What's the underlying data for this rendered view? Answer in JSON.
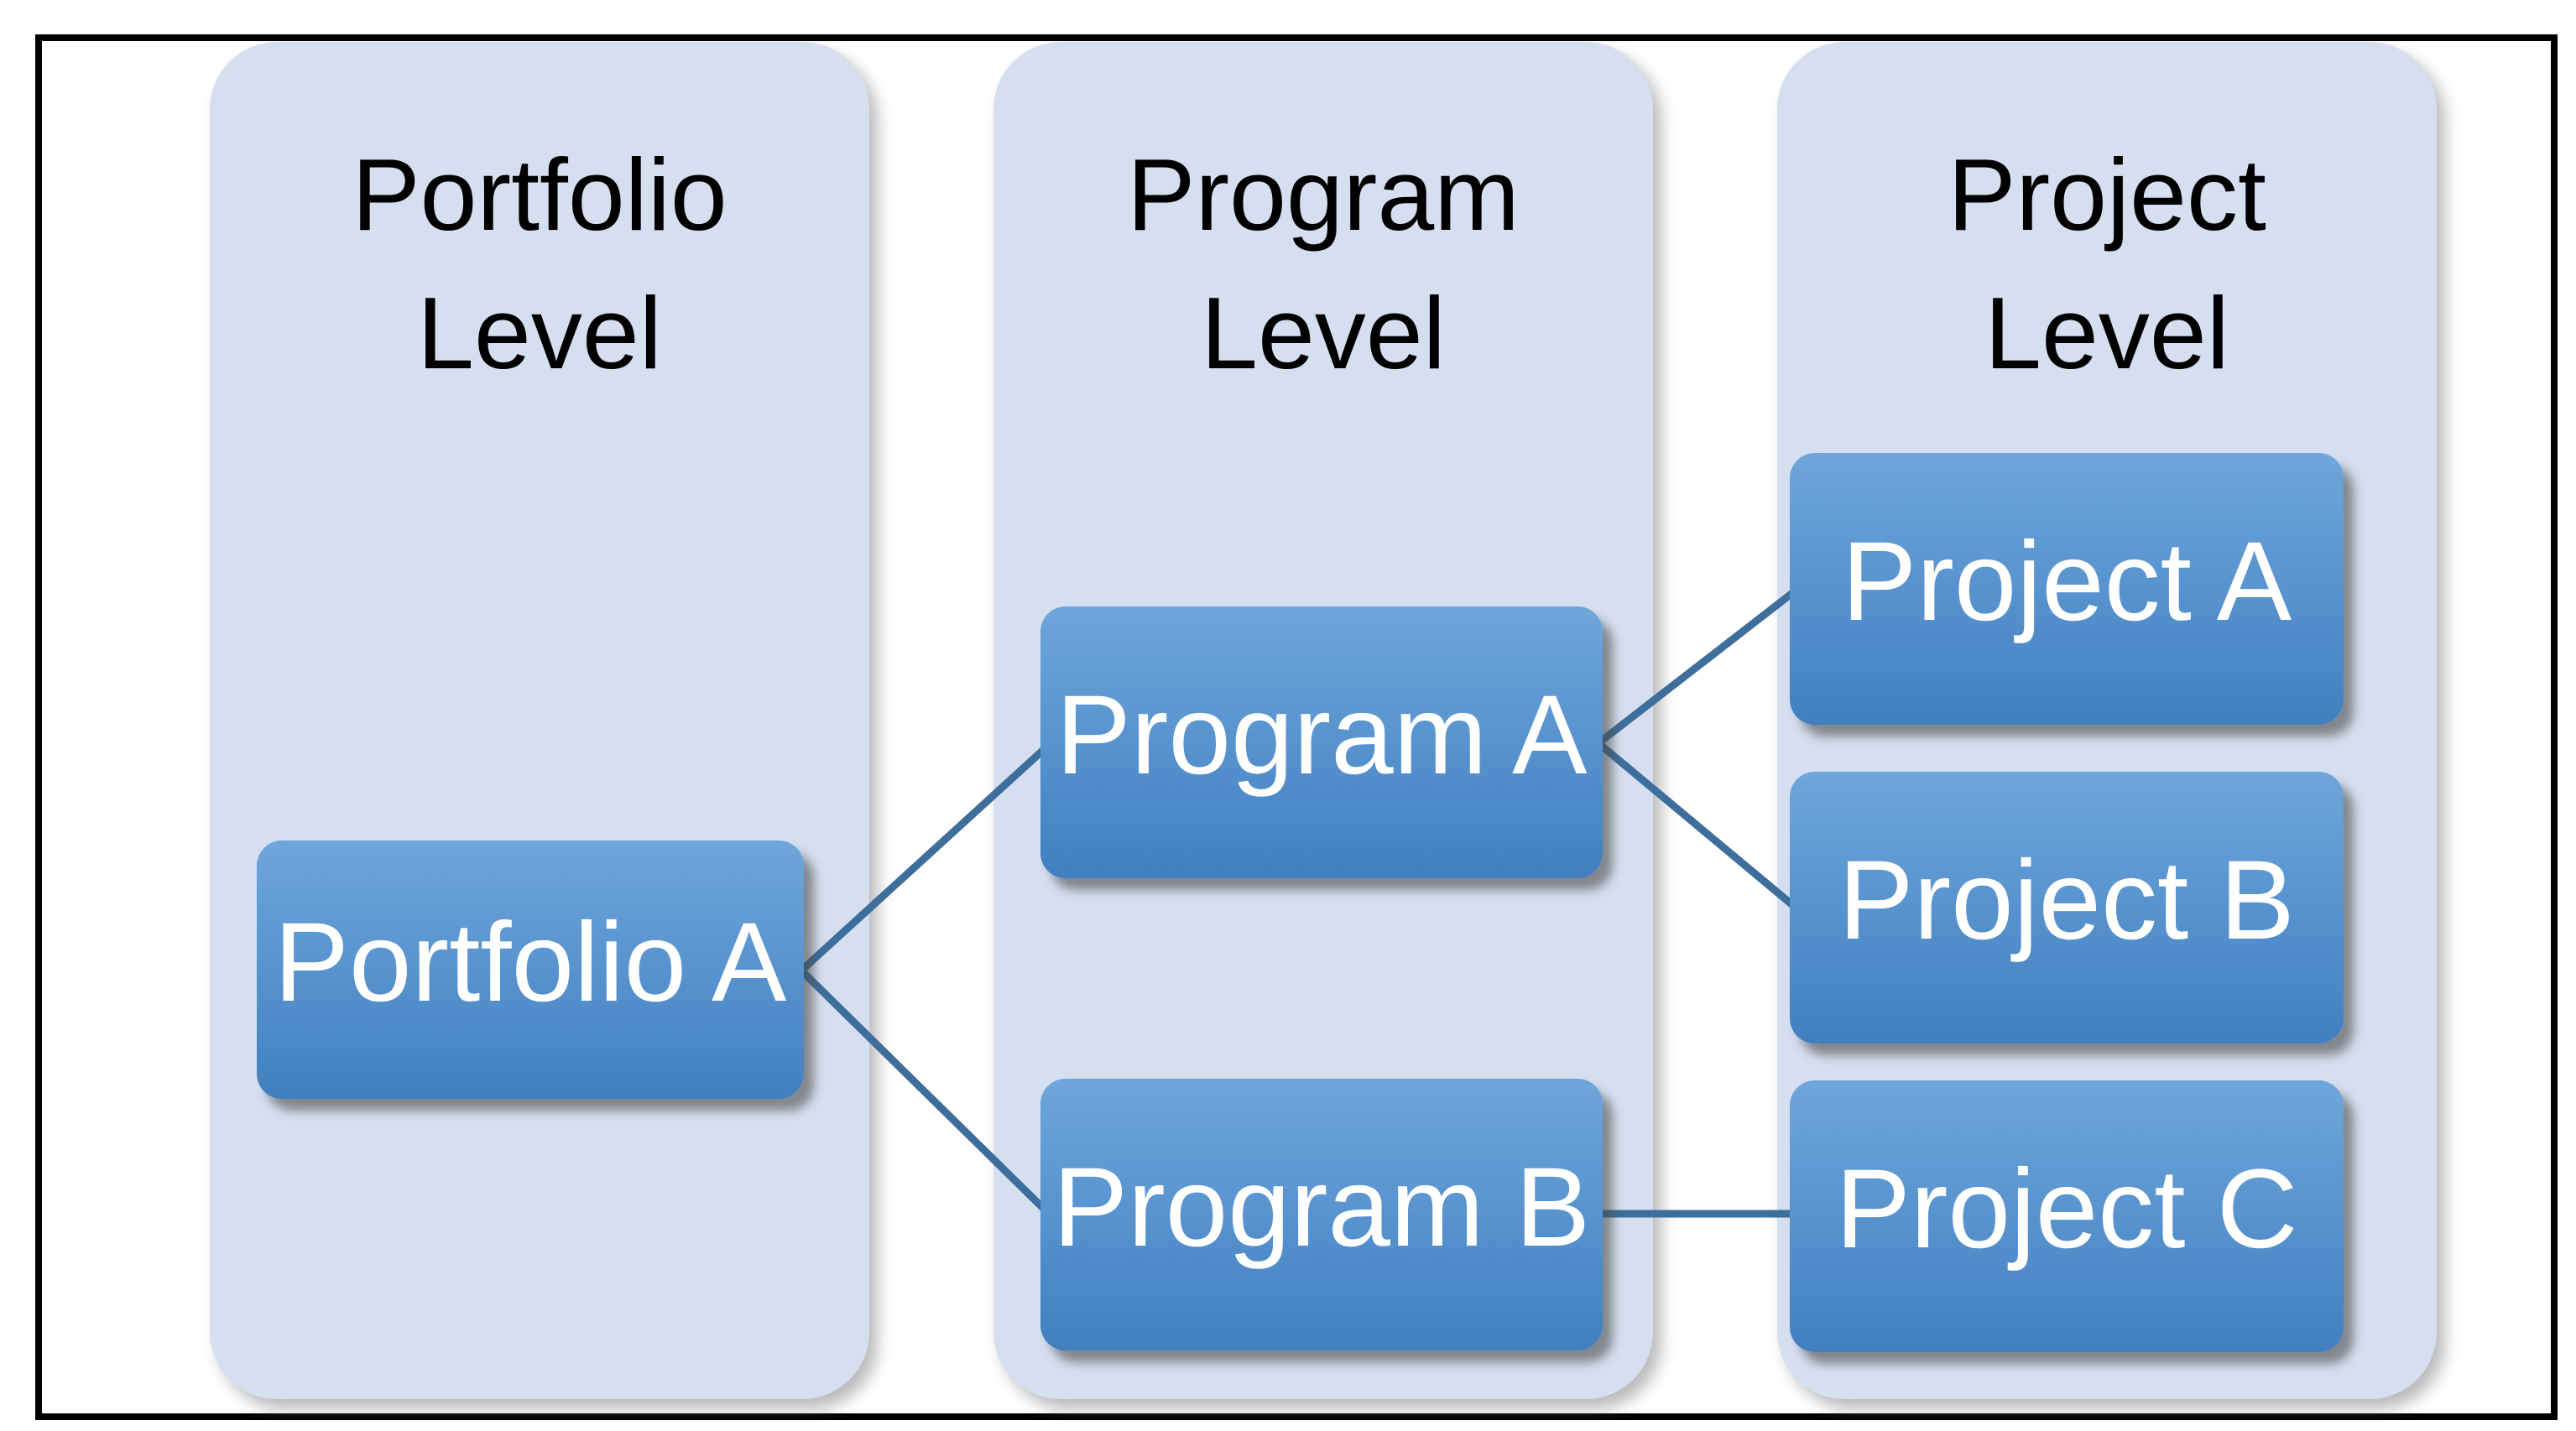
{
  "diagram": {
    "type": "hierarchy-diagram",
    "columns": [
      {
        "id": "portfolio-level",
        "title_lines": [
          "Portfolio",
          "Level"
        ],
        "nodes": [
          {
            "id": "portfolio-a",
            "label": "Portfolio A"
          }
        ]
      },
      {
        "id": "program-level",
        "title_lines": [
          "Program",
          "Level"
        ],
        "nodes": [
          {
            "id": "program-a",
            "label": "Program A"
          },
          {
            "id": "program-b",
            "label": "Program B"
          }
        ]
      },
      {
        "id": "project-level",
        "title_lines": [
          "Project",
          "Level"
        ],
        "nodes": [
          {
            "id": "project-a",
            "label": "Project A"
          },
          {
            "id": "project-b",
            "label": "Project B"
          },
          {
            "id": "project-c",
            "label": "Project C"
          }
        ]
      }
    ],
    "edges": [
      {
        "from": "Portfolio A",
        "to": "Program A"
      },
      {
        "from": "Portfolio A",
        "to": "Program B"
      },
      {
        "from": "Program A",
        "to": "Project A"
      },
      {
        "from": "Program A",
        "to": "Project B"
      },
      {
        "from": "Program B",
        "to": "Project C"
      }
    ],
    "colors": {
      "background": "#ffffff",
      "frame": "#000000",
      "column_fill": "#d5dfef",
      "title_text": "#000000",
      "node_gradient_top": "#6fa6db",
      "node_gradient_mid": "#5a95d0",
      "node_gradient_bottom": "#417fc0",
      "node_text": "#ffffff",
      "connector": "#3e6e9c"
    }
  }
}
